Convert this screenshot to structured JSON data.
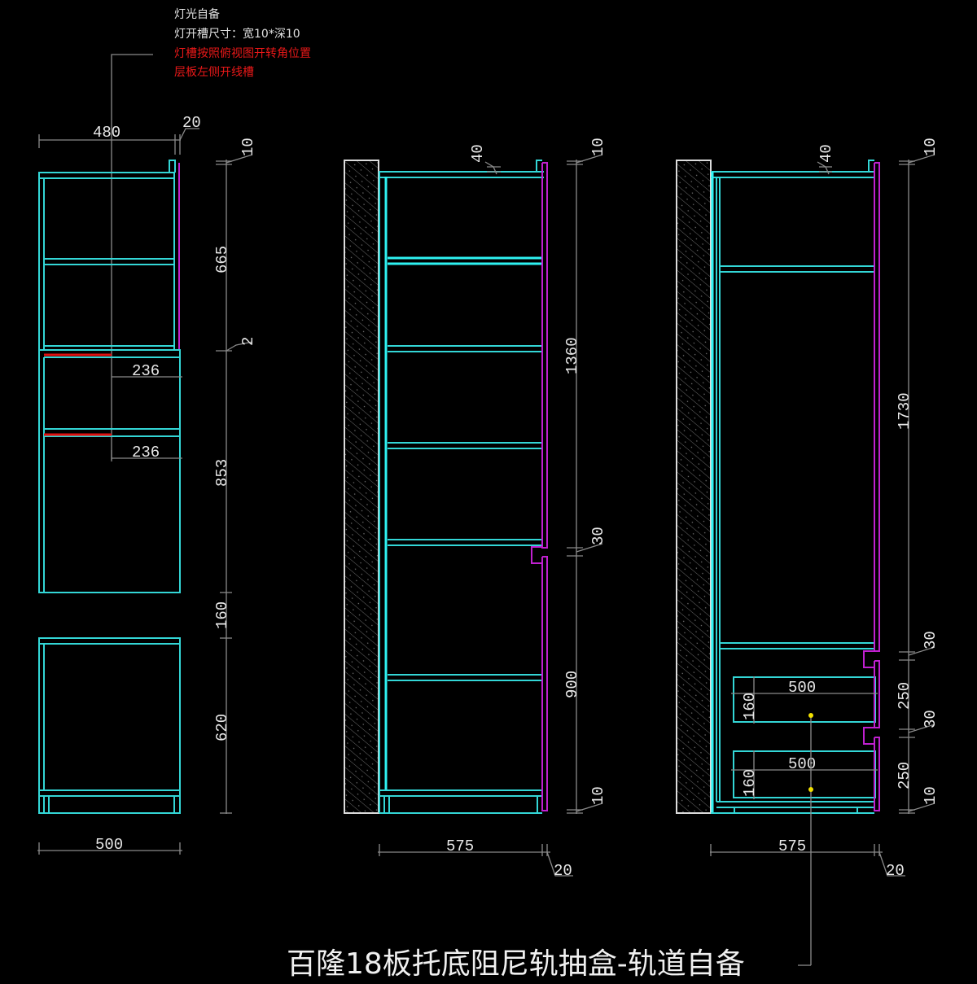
{
  "notes": {
    "line1": "灯光自备",
    "line2": "灯开槽尺寸：宽10*深10",
    "line3": "灯槽按照俯视图开转角位置",
    "line4": "层板左侧开线槽"
  },
  "caption": "百隆18板托底阻尼轨抽盒-轨道自备",
  "colors": {
    "carcass": "#33d6d6",
    "door": "#c020d0",
    "dimension": "#8a8a8a",
    "light_groove": "#e01010",
    "text": "#e8e8e8",
    "background": "#000000"
  },
  "left_elevation": {
    "width_dim": "480",
    "door_dim": "20",
    "top_gap": "10",
    "upper_height": "665",
    "gap_mid": "2",
    "shelf_dim_1": "236",
    "shelf_dim_2": "236",
    "middle_height": "853",
    "gap_lower": "160",
    "lower_height": "620",
    "base_width": "500"
  },
  "middle_elevation": {
    "top_offset": "40",
    "top_gap": "10",
    "upper_door_height": "1360",
    "door_gap": "30",
    "lower_door_height": "900",
    "bottom_gap": "10",
    "depth": "575",
    "door_thickness": "20"
  },
  "right_elevation": {
    "top_offset": "40",
    "top_gap": "10",
    "tall_door_height": "1730",
    "gap_1": "30",
    "drawer_1_height": "250",
    "gap_2": "30",
    "drawer_2_height": "250",
    "bottom_gap": "10",
    "drawer_1_width": "500",
    "drawer_1_box_height": "160",
    "drawer_2_width": "500",
    "drawer_2_box_height": "160",
    "depth": "575",
    "door_thickness": "20"
  }
}
